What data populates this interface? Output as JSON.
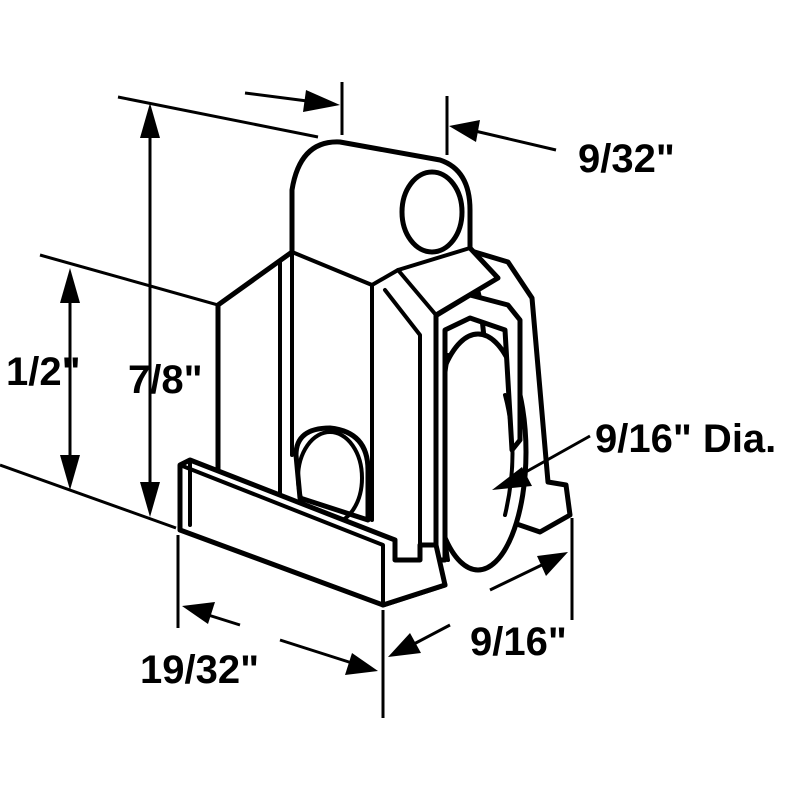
{
  "diagram": {
    "line_color": "#000000",
    "background": "#ffffff",
    "dimensions": {
      "top_width": "9/32\"",
      "overall_height": "7/8\"",
      "base_height": "1/2\"",
      "wheel_diameter": "9/16\" Dia.",
      "base_length": "19/32\"",
      "base_depth": "9/16\""
    }
  }
}
